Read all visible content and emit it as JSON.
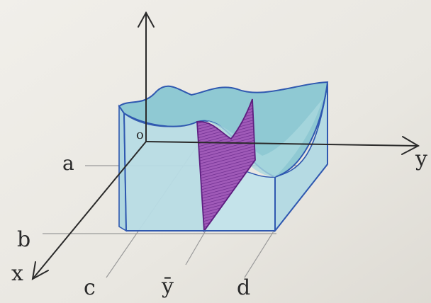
{
  "labels": {
    "origin": "o",
    "y_axis": "y",
    "x_axis": "x",
    "a": "a",
    "b": "b",
    "c": "c",
    "y_bar": "ȳ",
    "d": "d"
  },
  "colors": {
    "paper": "#eceae4",
    "ink": "#2a2a2a",
    "solid_fill": "#b9dbe3",
    "solid_edge": "#2f58b0",
    "surface_fill": "#8fc9d3",
    "section_fill": "#8d45a8",
    "section_edge": "#5e1f80",
    "light_line": "#9a9a9a"
  }
}
